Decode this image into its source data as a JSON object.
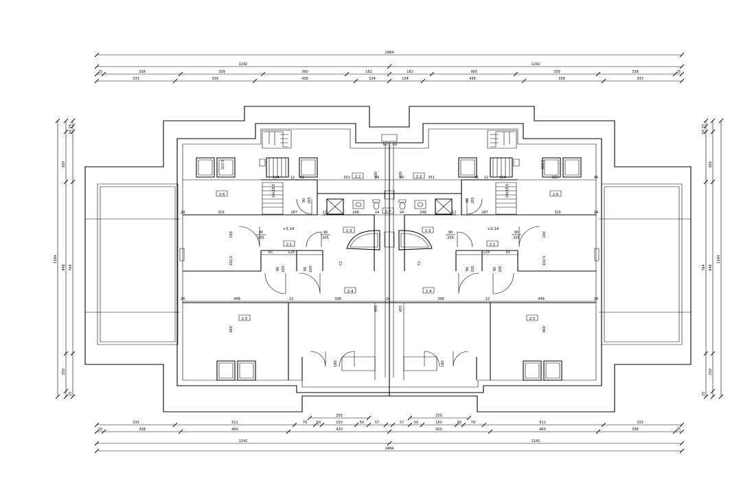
{
  "dimensions": {
    "top_total": "2484",
    "top_halves": [
      "1242",
      "1242"
    ],
    "top_row_a": [
      "25",
      "338",
      "339",
      "360",
      "182",
      "182",
      "360",
      "339",
      "338",
      "25"
    ],
    "top_row_b": [
      "333",
      "339",
      "436",
      "134",
      "134",
      "436",
      "339",
      "333"
    ],
    "bottom_row_a": [
      "333",
      "511",
      "79",
      "50",
      "150",
      "50",
      "57",
      "57",
      "50",
      "150",
      "50",
      "79",
      "511",
      "333"
    ],
    "bottom_row_b": [
      "25",
      "338",
      "460",
      "420",
      "420",
      "460",
      "338",
      "25"
    ],
    "bottom_halves": [
      "1242",
      "1242"
    ],
    "bottom_total": "2484",
    "bottom_stairs": [
      "250",
      "250"
    ],
    "left_outer": [
      "25",
      "50",
      "300",
      "848",
      "250",
      "25"
    ],
    "left_total": "1184",
    "left_middle": "764",
    "right_outer": [
      "25",
      "50",
      "300",
      "848",
      "250",
      "25"
    ],
    "right_total": "1184",
    "right_middle": "764"
  },
  "rooms": {
    "r26": "2.6",
    "r22": "2.2",
    "r23": "2.3",
    "r21": "2.1",
    "r24": "2.4",
    "r25": "2.5",
    "r27": "2.7"
  },
  "interior": {
    "d315": "315",
    "d287": "287",
    "d448": "448",
    "d398": "398",
    "d248": "248",
    "d331": "331",
    "d114": "114",
    "d81": "81",
    "d12": "12",
    "d24": "24",
    "d40": "40",
    "d60": "60",
    "d69": "69",
    "d129": "129",
    "d65": "65",
    "d72": "72",
    "d160": "160",
    "d455": "455",
    "d460": "460",
    "d180": "180",
    "d3225": "322,5",
    "d1025": "102,5",
    "door_w": "90",
    "door_h": "205",
    "level": "+3,14",
    "stairs": "16x18,5"
  }
}
